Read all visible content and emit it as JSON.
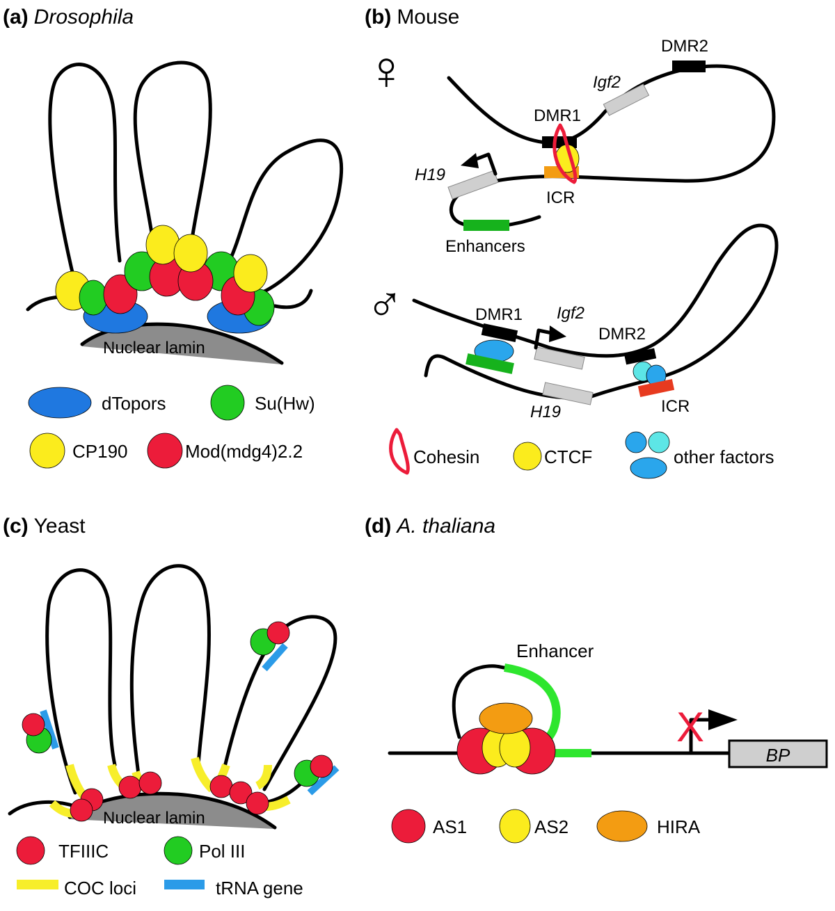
{
  "panels": {
    "a": {
      "letter": "(a)",
      "title": "Drosophila",
      "lamin": "Nuclear lamin",
      "legend": {
        "dtopors": "dTopors",
        "suhw": "Su(Hw)",
        "cp190": "CP190",
        "mod": "Mod(mdg4)2.2"
      }
    },
    "b": {
      "letter": "(b)",
      "title": "Mouse",
      "female_symbol": "♀",
      "male_symbol": "♂",
      "labels": {
        "dmr1": "DMR1",
        "dmr2": "DMR2",
        "igf2": "Igf2",
        "h19": "H19",
        "icr": "ICR",
        "enhancers": "Enhancers"
      },
      "legend": {
        "cohesin": "Cohesin",
        "ctcf": "CTCF",
        "other": "other factors"
      }
    },
    "c": {
      "letter": "(c)",
      "title": "Yeast",
      "lamin": "Nuclear lamin",
      "legend": {
        "tfiiic": "TFIIIC",
        "pol3": "Pol III",
        "coc": "COC loci",
        "trna": "tRNA gene"
      }
    },
    "d": {
      "letter": "(d)",
      "title": "A. thaliana",
      "labels": {
        "enhancer": "Enhancer",
        "bp": "BP",
        "block": "X"
      },
      "legend": {
        "as1": "AS1",
        "as2": "AS2",
        "hira": "HIRA"
      }
    }
  },
  "colors": {
    "red": "#ec1c3a",
    "yellow": "#fbec1d",
    "green": "#22cc22",
    "blue": "#1f78e0",
    "gray": "#8c8c8c",
    "lightgray": "#cfcfcf",
    "orange": "#f39c12",
    "cyan": "#5de6e6",
    "skyblue": "#2aa6ec",
    "bright_green": "#2ee62e",
    "coc_yellow": "#f7ee2a",
    "trna_blue": "#2b9be8"
  }
}
